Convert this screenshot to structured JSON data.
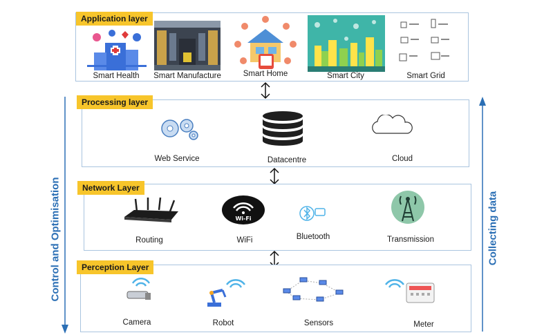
{
  "colors": {
    "tag_bg": "#f7c52b",
    "border": "#a9c4df",
    "side_text": "#2b6fb5"
  },
  "side_left": "Control  and Optimisation",
  "side_right": "Collecting data",
  "application": {
    "title": "Application layer",
    "items": [
      {
        "label": "Smart Health",
        "icon": "smart-health-icon"
      },
      {
        "label": "Smart Manufacture",
        "icon": "factory-photo"
      },
      {
        "label": "Smart Home",
        "icon": "smart-home-icon"
      },
      {
        "label": "Smart City",
        "icon": "smart-city-icon"
      },
      {
        "label": "Smart Grid",
        "icon": "smart-grid-icon"
      }
    ]
  },
  "processing": {
    "title": "Processing layer",
    "items": [
      {
        "label": "Web Service",
        "icon": "gears-icon"
      },
      {
        "label": "Datacentre",
        "icon": "database-icon"
      },
      {
        "label": "Cloud",
        "icon": "cloud-icon"
      }
    ]
  },
  "network": {
    "title": "Network Layer",
    "items": [
      {
        "label": "Routing",
        "icon": "router-icon"
      },
      {
        "label": "WiFi",
        "icon": "wifi-icon"
      },
      {
        "label": "Bluetooth",
        "icon": "bluetooth-icon"
      },
      {
        "label": "Transmission",
        "icon": "tower-icon"
      }
    ]
  },
  "perception": {
    "title": "Perception Layer",
    "items": [
      {
        "label": "Camera",
        "icon": "camera-icon"
      },
      {
        "label": "Robot",
        "icon": "robot-arm-icon"
      },
      {
        "label": "Sensors",
        "icon": "sensors-icon"
      },
      {
        "label": "Meter",
        "icon": "meter-icon"
      }
    ]
  }
}
